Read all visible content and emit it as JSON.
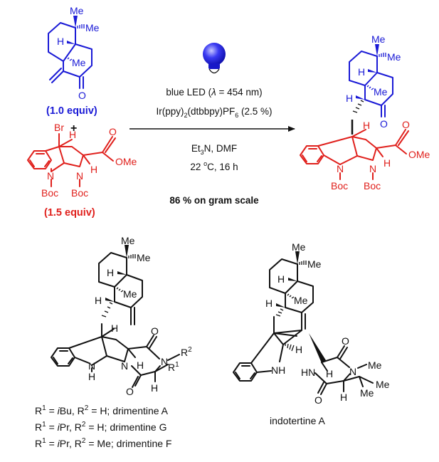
{
  "scheme": {
    "colors": {
      "substrate1": "#1a1ad6",
      "substrate2": "#e0201c",
      "natural_products": "#111111",
      "led": "#2a2af0"
    },
    "substrate1": {
      "labels": {
        "me_top": "Me",
        "me_dash": "Me",
        "h": "H",
        "me_ring": "Me",
        "o": "O"
      },
      "equiv": "(1.0 equiv)"
    },
    "plus": "+",
    "substrate2": {
      "labels": {
        "br": "Br",
        "h_top": "H",
        "o": "O",
        "ome": "OMe",
        "n1": "N",
        "n2": "N",
        "h_alpha": "H",
        "boc1": "Boc",
        "boc2": "Boc"
      },
      "equiv": "(1.5 equiv)"
    },
    "conditions": {
      "light_source_icon": "light-bulb-icon",
      "line1": {
        "text": "blue LED (",
        "lambda": "λ",
        "rest": " = 454 nm)"
      },
      "line2": {
        "a": "Ir(ppy)",
        "sub1": "2",
        "b": "(dtbbpy)PF",
        "sub2": "6",
        "c": " (2.5 %)"
      },
      "line3": {
        "a": "Et",
        "sub": "3",
        "b": "N, DMF"
      },
      "line4": {
        "a": "22 ",
        "sup": "o",
        "b": "C, 16 h"
      },
      "yield": "86 % on gram scale"
    },
    "product": {
      "labels": {
        "me_top": "Me",
        "me_dash": "Me",
        "h1": "H",
        "me_ring": "Me",
        "h2": "H",
        "o_ketone": "O",
        "h_top": "H",
        "o_ester": "O",
        "ome": "OMe",
        "n1": "N",
        "n2": "N",
        "h_alpha": "H",
        "boc1": "Boc",
        "boc2": "Boc"
      }
    },
    "drimentine": {
      "labels": {
        "me_top": "Me",
        "me_dash": "Me",
        "h1": "H",
        "me_ring": "Me",
        "h2": "H",
        "h_top": "H",
        "o1": "O",
        "n_r2": "N",
        "r2": "R",
        "r2_sup": "2",
        "nh_n": "N",
        "nh_h": "H",
        "n_mid": "N",
        "h_alpha": "H",
        "r1": "R",
        "r1_sup": "1",
        "o2": "O",
        "h_bottom": "H"
      },
      "legend": [
        {
          "r1": "R",
          "s1": "1",
          "a": " = ",
          "i1": "i",
          "g1": "Bu",
          "b": ", R",
          "s2": "2",
          "c": " = H; drimentine A"
        },
        {
          "r1": "R",
          "s1": "1",
          "a": " = ",
          "i1": "i",
          "g1": "Pr",
          "b": ", R",
          "s2": "2",
          "c": " = H; drimentine G"
        },
        {
          "r1": "R",
          "s1": "1",
          "a": " = ",
          "i1": "i",
          "g1": "Pr",
          "b": ", R",
          "s2": "2",
          "c": " = Me; drimentine F"
        }
      ]
    },
    "indotertine": {
      "labels": {
        "me_top": "Me",
        "me_dash": "Me",
        "h1": "H",
        "me_ring": "Me",
        "h2": "H",
        "h_indoline": "H",
        "nh": "NH",
        "hn": "HN",
        "h_alpha1": "H",
        "o1": "O",
        "n_me": "N",
        "me_n": "Me",
        "o2": "O",
        "h_alpha2": "H",
        "me_a": "Me",
        "me_b": "Me"
      },
      "name": "indotertine A"
    }
  }
}
